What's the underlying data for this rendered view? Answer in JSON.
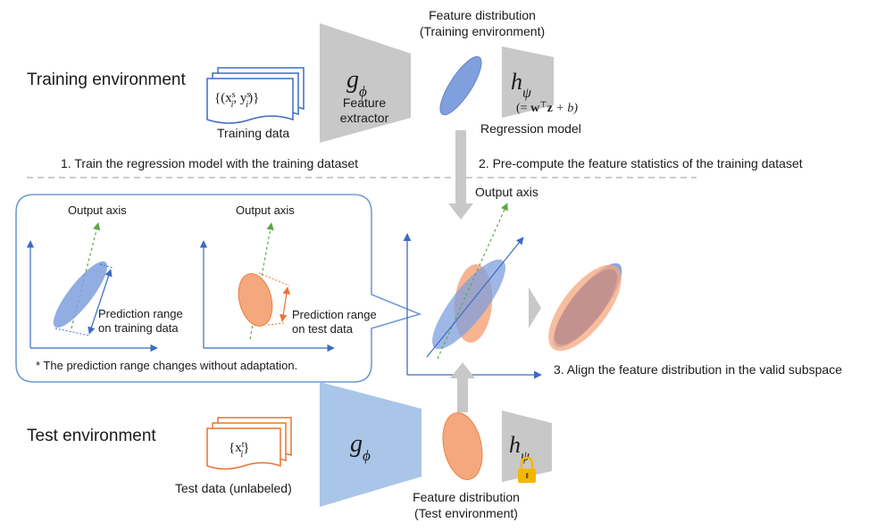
{
  "sections": {
    "training_environment": "Training environment",
    "test_environment": "Test environment"
  },
  "training": {
    "data_label": "Training data",
    "data_math": "{(x",
    "data_math_sup1": "s",
    "data_math_sub1": "i",
    "data_math_mid": ", y",
    "data_math_sup2": "s",
    "data_math_sub2": "i",
    "data_math_end": ")}",
    "feature_extractor_symbol": "g",
    "feature_extractor_subscript": "ϕ",
    "feature_extractor_label_line1": "Feature",
    "feature_extractor_label_line2": "extractor",
    "feature_distribution_line1": "Feature distribution",
    "feature_distribution_line2": "(Training environment)",
    "regression_symbol": "h",
    "regression_subscript": "ψ",
    "regression_formula_open": "(= ",
    "regression_formula_w": "w",
    "regression_formula_T": "⊤",
    "regression_formula_z": "z",
    "regression_formula_rest": " + b)",
    "regression_label": "Regression model"
  },
  "steps": {
    "step1": "1. Train the regression model with the training dataset",
    "step2": "2. Pre-compute the feature statistics of the training dataset",
    "step3": "3. Align the feature distribution in the valid subspace"
  },
  "callout": {
    "left_output_axis": "Output axis",
    "right_output_axis": "Output axis",
    "left_range_line1": "Prediction range",
    "left_range_line2": "on training data",
    "right_range_line1": "Prediction range",
    "right_range_line2": "on test data",
    "footnote": "* The prediction range changes without adaptation."
  },
  "center": {
    "output_axis": "Output axis"
  },
  "test": {
    "data_math_open": "{x",
    "data_math_sup": "t",
    "data_math_sub": "i",
    "data_math_close": "}",
    "data_label": "Test data (unlabeled)",
    "feature_extractor_symbol": "g",
    "feature_extractor_subscript": "ϕ",
    "regression_symbol": "h",
    "regression_subscript": "ψ",
    "feature_distribution_line1": "Feature distribution",
    "feature_distribution_line2": "(Test environment)"
  },
  "icons": {
    "lock": "lock-icon"
  },
  "colors": {
    "gray_block": "#c8c8c8",
    "blue_block": "#a9c6e8",
    "blue_ellipse": "#7f9fdd",
    "orange_ellipse": "#f5a77e",
    "blue_doc": "#3b6cc4",
    "orange_doc": "#e8742f",
    "green_axis": "#5aa844",
    "blue_axis": "#3b6cc4",
    "lock": "#f2b705"
  }
}
